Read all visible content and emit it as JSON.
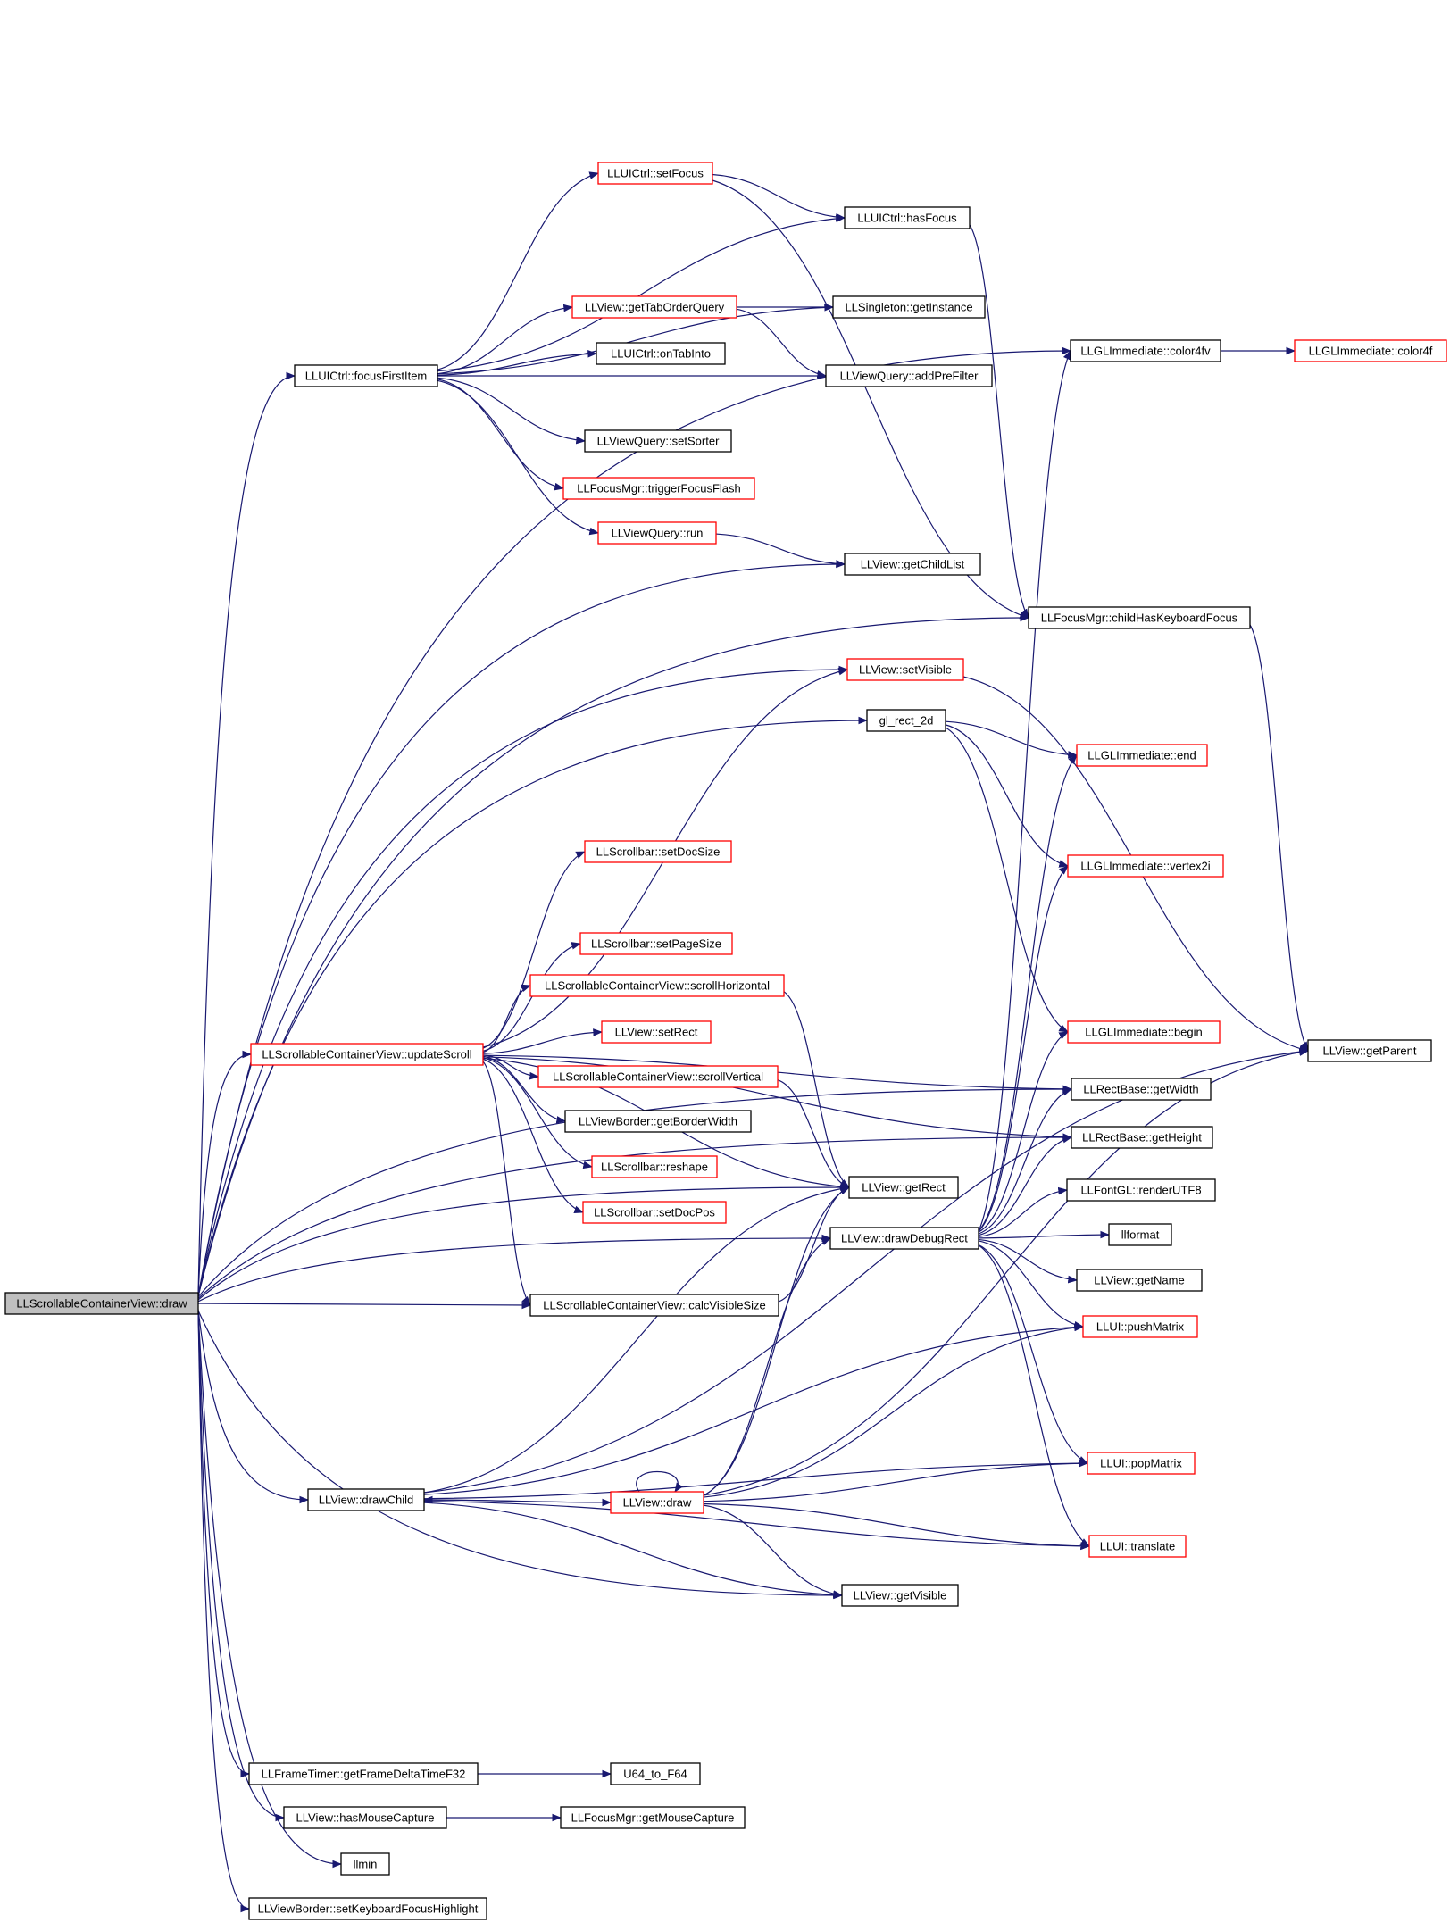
{
  "diagram": {
    "type": "call-graph",
    "edge_color": "#191970",
    "node_border_colors": {
      "documented": "#000000",
      "truncated": "#ff0000",
      "root_fill": "#bfbfbf"
    },
    "nodes": [
      {
        "id": "root",
        "label": "LLScrollableContainerView::draw",
        "style": "root"
      },
      {
        "id": "focusFirstItem",
        "label": "LLUICtrl::focusFirstItem",
        "style": "black"
      },
      {
        "id": "setFocus",
        "label": "LLUICtrl::setFocus",
        "style": "red"
      },
      {
        "id": "hasFocus",
        "label": "LLUICtrl::hasFocus",
        "style": "black"
      },
      {
        "id": "getTabOrderQuery",
        "label": "LLView::getTabOrderQuery",
        "style": "red"
      },
      {
        "id": "getInstance",
        "label": "LLSingleton::getInstance",
        "style": "black"
      },
      {
        "id": "onTabInto",
        "label": "LLUICtrl::onTabInto",
        "style": "black"
      },
      {
        "id": "addPreFilter",
        "label": "LLViewQuery::addPreFilter",
        "style": "black"
      },
      {
        "id": "setSorter",
        "label": "LLViewQuery::setSorter",
        "style": "black"
      },
      {
        "id": "triggerFocusFlash",
        "label": "LLFocusMgr::triggerFocusFlash",
        "style": "red"
      },
      {
        "id": "run",
        "label": "LLViewQuery::run",
        "style": "red"
      },
      {
        "id": "getChildList",
        "label": "LLView::getChildList",
        "style": "black"
      },
      {
        "id": "color4fv",
        "label": "LLGLImmediate::color4fv",
        "style": "black"
      },
      {
        "id": "color4f",
        "label": "LLGLImmediate::color4f",
        "style": "red"
      },
      {
        "id": "childHasKeyboardFocus",
        "label": "LLFocusMgr::childHasKeyboardFocus",
        "style": "black"
      },
      {
        "id": "setVisible",
        "label": "LLView::setVisible",
        "style": "red"
      },
      {
        "id": "glRect2d",
        "label": "gl_rect_2d",
        "style": "black"
      },
      {
        "id": "glEnd",
        "label": "LLGLImmediate::end",
        "style": "red"
      },
      {
        "id": "vertex2i",
        "label": "LLGLImmediate::vertex2i",
        "style": "red"
      },
      {
        "id": "setDocSize",
        "label": "LLScrollbar::setDocSize",
        "style": "red"
      },
      {
        "id": "setPageSize",
        "label": "LLScrollbar::setPageSize",
        "style": "red"
      },
      {
        "id": "scrollHorizontal",
        "label": "LLScrollableContainerView::scrollHorizontal",
        "style": "red"
      },
      {
        "id": "setRect",
        "label": "LLView::setRect",
        "style": "red"
      },
      {
        "id": "updateScroll",
        "label": "LLScrollableContainerView::updateScroll",
        "style": "red"
      },
      {
        "id": "scrollVertical",
        "label": "LLScrollableContainerView::scrollVertical",
        "style": "red"
      },
      {
        "id": "getBorderWidth",
        "label": "LLViewBorder::getBorderWidth",
        "style": "black"
      },
      {
        "id": "reshape",
        "label": "LLScrollbar::reshape",
        "style": "red"
      },
      {
        "id": "setDocPos",
        "label": "LLScrollbar::setDocPos",
        "style": "red"
      },
      {
        "id": "getParent",
        "label": "LLView::getParent",
        "style": "black"
      },
      {
        "id": "glBegin",
        "label": "LLGLImmediate::begin",
        "style": "red"
      },
      {
        "id": "getWidth",
        "label": "LLRectBase::getWidth",
        "style": "black"
      },
      {
        "id": "getHeight",
        "label": "LLRectBase::getHeight",
        "style": "black"
      },
      {
        "id": "renderUTF8",
        "label": "LLFontGL::renderUTF8",
        "style": "black"
      },
      {
        "id": "getRect",
        "label": "LLView::getRect",
        "style": "black"
      },
      {
        "id": "llformat",
        "label": "llformat",
        "style": "black"
      },
      {
        "id": "drawDebugRect",
        "label": "LLView::drawDebugRect",
        "style": "black"
      },
      {
        "id": "getName",
        "label": "LLView::getName",
        "style": "black"
      },
      {
        "id": "calcVisibleSize",
        "label": "LLScrollableContainerView::calcVisibleSize",
        "style": "black"
      },
      {
        "id": "pushMatrix",
        "label": "LLUI::pushMatrix",
        "style": "red"
      },
      {
        "id": "popMatrix",
        "label": "LLUI::popMatrix",
        "style": "red"
      },
      {
        "id": "drawChild",
        "label": "LLView::drawChild",
        "style": "black"
      },
      {
        "id": "viewDraw",
        "label": "LLView::draw",
        "style": "red"
      },
      {
        "id": "translate",
        "label": "LLUI::translate",
        "style": "red"
      },
      {
        "id": "getVisible",
        "label": "LLView::getVisible",
        "style": "black"
      },
      {
        "id": "getFrameDeltaTimeF32",
        "label": "LLFrameTimer::getFrameDeltaTimeF32",
        "style": "black"
      },
      {
        "id": "u64ToF64",
        "label": "U64_to_F64",
        "style": "black"
      },
      {
        "id": "hasMouseCapture",
        "label": "LLView::hasMouseCapture",
        "style": "black"
      },
      {
        "id": "getMouseCapture",
        "label": "LLFocusMgr::getMouseCapture",
        "style": "black"
      },
      {
        "id": "llmin",
        "label": "llmin",
        "style": "black"
      },
      {
        "id": "setKeyboardFocusHighlight",
        "label": "LLViewBorder::setKeyboardFocusHighlight",
        "style": "black"
      }
    ],
    "edges": [
      [
        "root",
        "focusFirstItem"
      ],
      [
        "root",
        "color4fv"
      ],
      [
        "root",
        "getChildList"
      ],
      [
        "root",
        "childHasKeyboardFocus"
      ],
      [
        "root",
        "setVisible"
      ],
      [
        "root",
        "glRect2d"
      ],
      [
        "root",
        "getRect"
      ],
      [
        "root",
        "updateScroll"
      ],
      [
        "root",
        "calcVisibleSize"
      ],
      [
        "root",
        "drawDebugRect"
      ],
      [
        "root",
        "drawChild"
      ],
      [
        "root",
        "getVisible"
      ],
      [
        "root",
        "getFrameDeltaTimeF32"
      ],
      [
        "root",
        "hasMouseCapture"
      ],
      [
        "root",
        "llmin"
      ],
      [
        "root",
        "setKeyboardFocusHighlight"
      ],
      [
        "root",
        "getWidth"
      ],
      [
        "root",
        "getHeight"
      ],
      [
        "focusFirstItem",
        "setFocus"
      ],
      [
        "focusFirstItem",
        "hasFocus"
      ],
      [
        "focusFirstItem",
        "getTabOrderQuery"
      ],
      [
        "focusFirstItem",
        "getInstance"
      ],
      [
        "focusFirstItem",
        "onTabInto"
      ],
      [
        "focusFirstItem",
        "addPreFilter"
      ],
      [
        "focusFirstItem",
        "setSorter"
      ],
      [
        "focusFirstItem",
        "triggerFocusFlash"
      ],
      [
        "focusFirstItem",
        "run"
      ],
      [
        "setFocus",
        "hasFocus"
      ],
      [
        "setFocus",
        "childHasKeyboardFocus"
      ],
      [
        "hasFocus",
        "childHasKeyboardFocus"
      ],
      [
        "getTabOrderQuery",
        "getInstance"
      ],
      [
        "getTabOrderQuery",
        "addPreFilter"
      ],
      [
        "run",
        "getChildList"
      ],
      [
        "color4fv",
        "color4f"
      ],
      [
        "childHasKeyboardFocus",
        "getParent"
      ],
      [
        "setVisible",
        "getParent"
      ],
      [
        "glRect2d",
        "glEnd"
      ],
      [
        "glRect2d",
        "vertex2i"
      ],
      [
        "glRect2d",
        "glBegin"
      ],
      [
        "updateScroll",
        "setDocSize"
      ],
      [
        "updateScroll",
        "setPageSize"
      ],
      [
        "updateScroll",
        "scrollHorizontal"
      ],
      [
        "updateScroll",
        "setRect"
      ],
      [
        "updateScroll",
        "scrollVertical"
      ],
      [
        "updateScroll",
        "getBorderWidth"
      ],
      [
        "updateScroll",
        "reshape"
      ],
      [
        "updateScroll",
        "setDocPos"
      ],
      [
        "updateScroll",
        "setVisible"
      ],
      [
        "updateScroll",
        "getRect"
      ],
      [
        "updateScroll",
        "getWidth"
      ],
      [
        "updateScroll",
        "getHeight"
      ],
      [
        "updateScroll",
        "calcVisibleSize"
      ],
      [
        "scrollHorizontal",
        "getRect"
      ],
      [
        "scrollVertical",
        "getRect"
      ],
      [
        "calcVisibleSize",
        "getRect"
      ],
      [
        "drawDebugRect",
        "color4fv"
      ],
      [
        "drawDebugRect",
        "glEnd"
      ],
      [
        "drawDebugRect",
        "vertex2i"
      ],
      [
        "drawDebugRect",
        "glBegin"
      ],
      [
        "drawDebugRect",
        "getWidth"
      ],
      [
        "drawDebugRect",
        "getHeight"
      ],
      [
        "drawDebugRect",
        "renderUTF8"
      ],
      [
        "drawDebugRect",
        "llformat"
      ],
      [
        "drawDebugRect",
        "getName"
      ],
      [
        "drawDebugRect",
        "pushMatrix"
      ],
      [
        "drawDebugRect",
        "popMatrix"
      ],
      [
        "drawDebugRect",
        "translate"
      ],
      [
        "drawChild",
        "viewDraw"
      ],
      [
        "drawChild",
        "getRect"
      ],
      [
        "drawChild",
        "pushMatrix"
      ],
      [
        "drawChild",
        "translate"
      ],
      [
        "drawChild",
        "popMatrix"
      ],
      [
        "drawChild",
        "getVisible"
      ],
      [
        "drawChild",
        "getParent"
      ],
      [
        "viewDraw",
        "viewDraw"
      ],
      [
        "viewDraw",
        "drawChild"
      ],
      [
        "viewDraw",
        "getRect"
      ],
      [
        "viewDraw",
        "drawDebugRect"
      ],
      [
        "viewDraw",
        "pushMatrix"
      ],
      [
        "viewDraw",
        "popMatrix"
      ],
      [
        "viewDraw",
        "translate"
      ],
      [
        "viewDraw",
        "getVisible"
      ],
      [
        "viewDraw",
        "getParent"
      ],
      [
        "getFrameDeltaTimeF32",
        "u64ToF64"
      ],
      [
        "hasMouseCapture",
        "getMouseCapture"
      ]
    ]
  }
}
